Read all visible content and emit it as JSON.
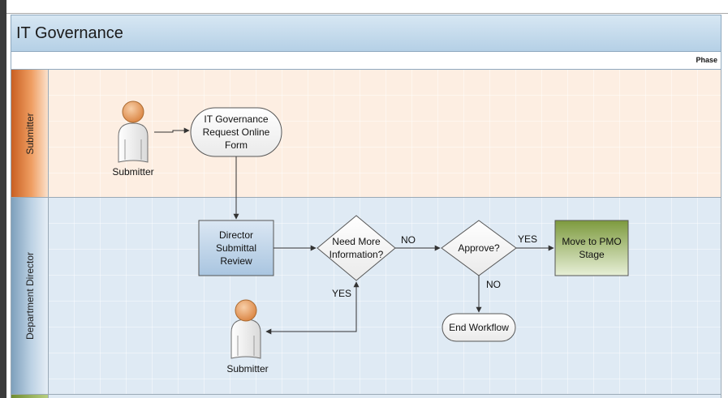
{
  "diagram": {
    "title": "IT Governance",
    "phase_label": "Phase",
    "lanes": [
      {
        "label": "Submitter"
      },
      {
        "label": "Department Director"
      }
    ],
    "actors": [
      {
        "label": "Submitter"
      },
      {
        "label": "Submitter"
      }
    ],
    "nodes": {
      "request_form": {
        "shape": "terminator",
        "lines": [
          "IT Governance",
          "Request Online",
          "Form"
        ]
      },
      "director_review": {
        "shape": "process",
        "lines": [
          "Director",
          "Submittal",
          "Review"
        ]
      },
      "need_more_info": {
        "shape": "decision",
        "lines": [
          "Need More",
          "Information?"
        ]
      },
      "approve": {
        "shape": "decision",
        "lines": [
          "Approve?"
        ]
      },
      "move_to_pmo": {
        "shape": "process",
        "lines": [
          "Move to PMO",
          "Stage"
        ]
      },
      "end_workflow": {
        "shape": "terminator",
        "lines": [
          "End Workflow"
        ]
      }
    },
    "edge_labels": {
      "need_more_no": "NO",
      "need_more_yes": "YES",
      "approve_yes": "YES",
      "approve_no": "NO"
    },
    "colors": {
      "submitter_lane": "#fdeee2",
      "director_lane": "#dfeaf4",
      "process_blue": "#a9c5e0",
      "process_green": "#8aa74f",
      "actor_skin": "#e59a5f"
    }
  }
}
